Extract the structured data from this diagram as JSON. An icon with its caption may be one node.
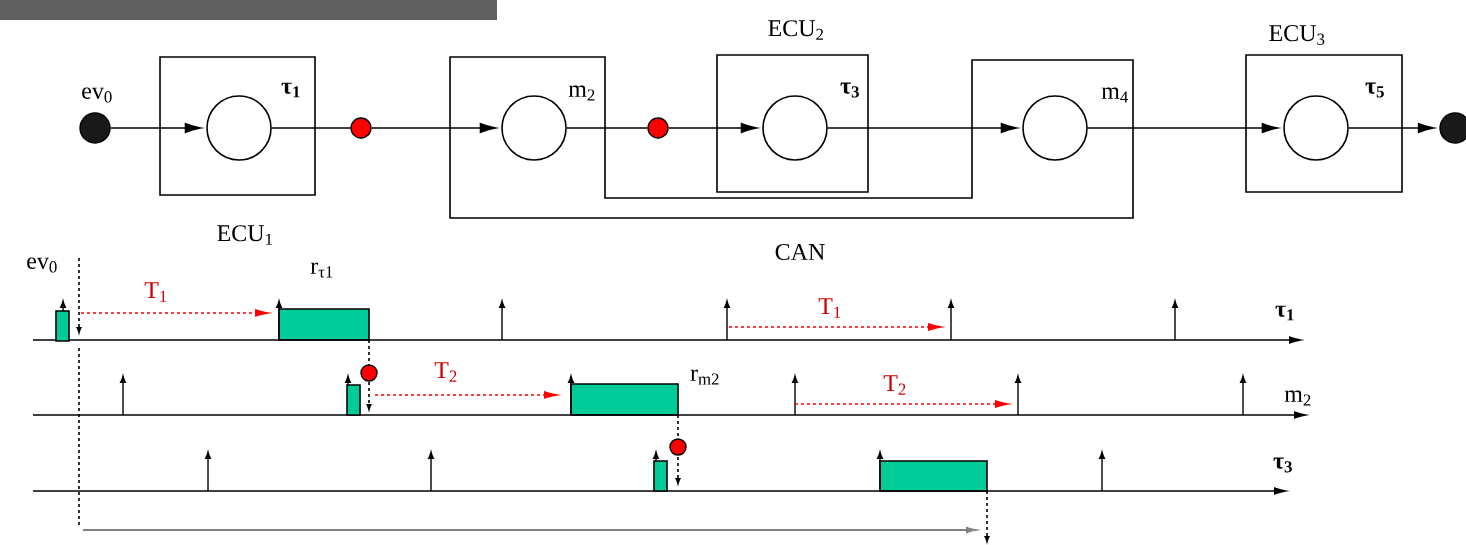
{
  "diagram": {
    "nodes": [
      {
        "text": [],
        "shape": "circle",
        "beside": [
          "ev$_{0}$"
        ]
      },
      {
        "text": [
          "ECU$_{1}$"
        ]
      },
      {
        "text": [],
        "shape": "circle",
        "beside": [
          "τ$_{1}$"
        ],
        "in": 1
      },
      {
        "text": [],
        "shape": "circle"
      },
      {
        "text": [
          "CAN"
        ]
      },
      {
        "text": [],
        "shape": "circle",
        "beside": [
          "m$_{2}$"
        ],
        "in": 4
      },
      {
        "text": [],
        "shape": "circle"
      },
      {
        "text": [
          "ECU$_{2}$"
        ]
      },
      {
        "text": [],
        "shape": "circle",
        "beside": [
          "τ$_{3}$"
        ],
        "in": 7
      },
      {
        "text": [],
        "shape": "circle",
        "beside": [
          "m$_{4}$"
        ],
        "in": 4
      },
      {
        "text": [
          "ECU$_{3}$"
        ]
      },
      {
        "text": [],
        "shape": "circle",
        "beside": [
          "τ$_{5}$"
        ],
        "in": 10
      },
      {
        "text": [],
        "shape": "circle"
      }
    ],
    "edges": [
      {
        "from": 0,
        "to": 2,
        "arrow": "to"
      },
      {
        "from": 2,
        "to": 3,
        "arrow": "none"
      },
      {
        "from": 3,
        "to": 5,
        "arrow": "to"
      },
      {
        "from": 5,
        "to": 6,
        "arrow": "none"
      },
      {
        "from": 6,
        "to": 8,
        "arrow": "to"
      },
      {
        "from": 8,
        "to": 9,
        "arrow": "to"
      },
      {
        "from": 9,
        "to": 11,
        "arrow": "to"
      },
      {
        "from": 11,
        "to": 12,
        "arrow": "to"
      }
    ],
    "labels": [
      "ev$_{0}$",
      "T$_{1}$",
      "r$_{τ1}$",
      "T$_{1}$",
      "τ$_{1}$",
      "T$_{2}$",
      "r$_{m2}$",
      "T$_{2}$",
      "m$_{2}$",
      "τ$_{3}$"
    ]
  }
}
